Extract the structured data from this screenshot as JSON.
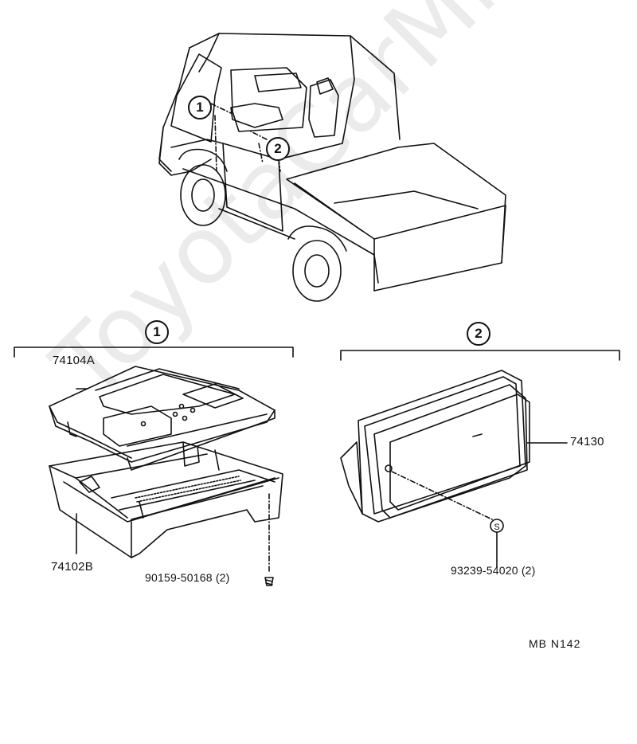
{
  "watermark": "ToyotaCarMine.ru",
  "callouts": {
    "one": "1",
    "two": "2",
    "s_marker": "S"
  },
  "sections": {
    "left_title": "1",
    "right_title": "2"
  },
  "parts": {
    "cover": "74104A",
    "tray": "74102B",
    "screw": "90159-50168 (2)",
    "ashtray": "74130",
    "clip": "93239-54020 (2)"
  },
  "diagram_code": "MB  N142"
}
